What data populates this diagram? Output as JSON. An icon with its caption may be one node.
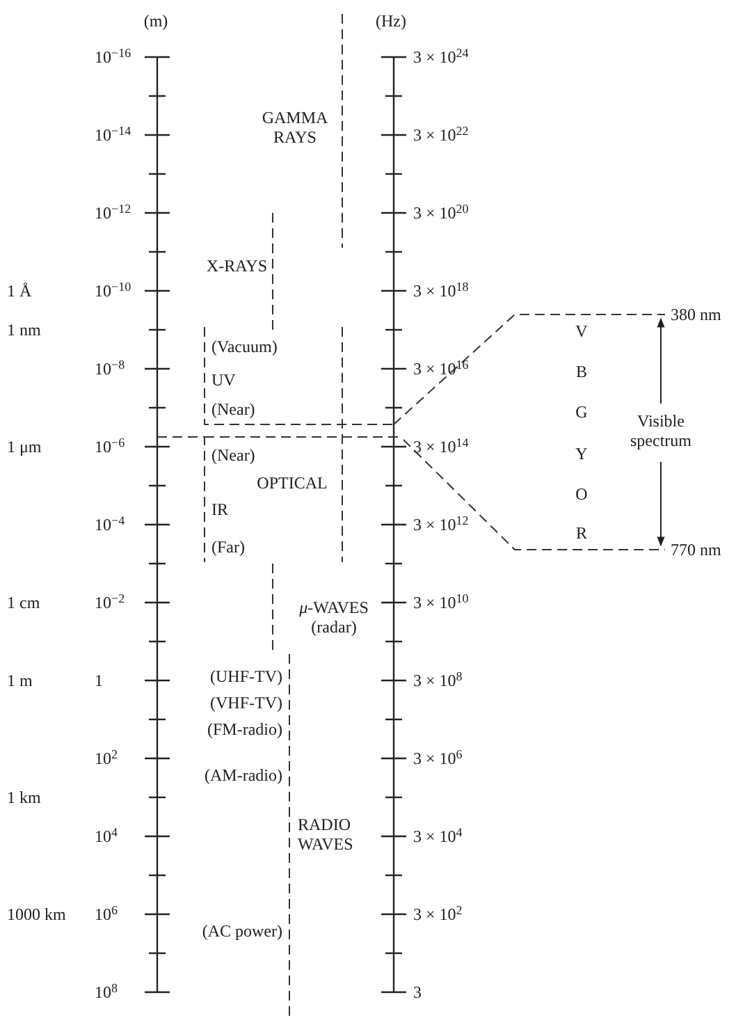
{
  "diagram": {
    "labels": [
      "(m)",
      "(Hz)",
      "10$^{−16}$",
      "3 × 10$^{24}$",
      "GAMMA RAYS",
      "10$^{−14}$",
      "3 × 10$^{22}$",
      "10$^{−12}$",
      "3 × 10$^{20}$",
      "X-RAYS",
      "1 Å",
      "10$^{−10}$",
      "3 × 10$^{18}$",
      "380 nm",
      "1 nm",
      "V",
      "(Vacuum)",
      "10$^{−8}$",
      "3 × 10$^{16}$",
      "B",
      "UV",
      "(Near)",
      "G",
      "Visible spectrum",
      "1 μm",
      "10$^{−6}$",
      "3 × 10$^{14}$",
      "Y",
      "(Near)",
      "OPTICAL",
      "O",
      "IR",
      "10$^{−4}$",
      "3 × 10$^{12}$",
      "R",
      "(Far)",
      "770 nm",
      "1 cm",
      "10$^{−2}$",
      "*μ*-WAVES (radar)",
      "3 × 10$^{10}$",
      "1 m",
      "1",
      "(UHF-TV)",
      "3 × 10$^{8}$",
      "(VHF-TV)",
      "(FM-radio)",
      "10$^{2}$",
      "3 × 10$^{6}$",
      "(AM-radio)",
      "1 km",
      "RADIO WAVES",
      "10$^{4}$",
      "3 × 10$^{4}$",
      "1000 km",
      "10$^{6}$",
      "3 × 10$^{2}$",
      "(AC power)",
      "10$^{8}$",
      "3"
    ]
  }
}
